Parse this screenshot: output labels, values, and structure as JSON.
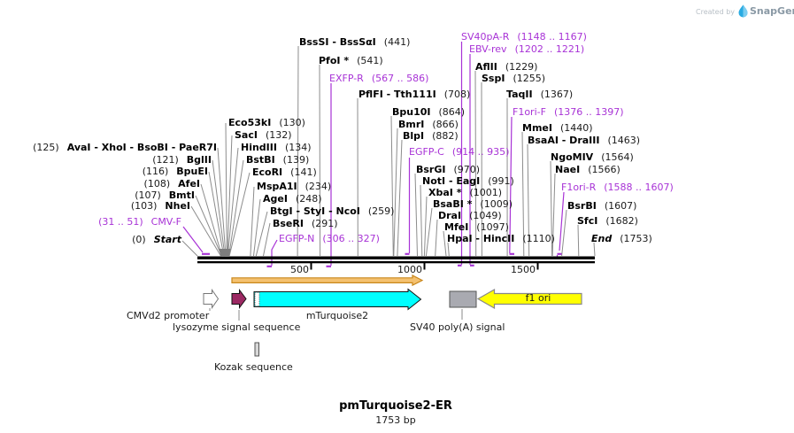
{
  "branding": {
    "created_by": "Created by",
    "brand": "SnapGene"
  },
  "plasmid": {
    "name": "pmTurquoise2-ER",
    "length": "1753 bp"
  },
  "ruler": {
    "t500": "500",
    "t1000": "1000",
    "t1500": "1500"
  },
  "markers": {
    "start": {
      "pos": "(0)",
      "name": "Start"
    },
    "end": {
      "name": "End",
      "pos": "(1753)"
    }
  },
  "enzymes": {
    "ava": {
      "pos": "(125)",
      "name": "AvaI - XhoI - BsoBI - PaeR7I"
    },
    "bglii": {
      "pos": "(121)",
      "name": "BglII"
    },
    "bpuei": {
      "pos": "(116)",
      "name": "BpuEI"
    },
    "afei": {
      "pos": "(108)",
      "name": "AfeI"
    },
    "bmti": {
      "pos": "(107)",
      "name": "BmtI"
    },
    "nhei": {
      "pos": "(103)",
      "name": "NheI"
    },
    "eco53ki": {
      "name": "Eco53kI",
      "pos": "(130)"
    },
    "saci": {
      "name": "SacI",
      "pos": "(132)"
    },
    "hindiii": {
      "name": "HindIII",
      "pos": "(134)"
    },
    "bstbi": {
      "name": "BstBI",
      "pos": "(139)"
    },
    "ecori": {
      "name": "EcoRI",
      "pos": "(141)"
    },
    "mspa1i": {
      "name": "MspA1I",
      "pos": "(234)"
    },
    "agei": {
      "name": "AgeI",
      "pos": "(248)"
    },
    "btgi": {
      "name": "BtgI - StyI - NcoI",
      "pos": "(259)"
    },
    "bseri": {
      "name": "BseRI",
      "pos": "(291)"
    },
    "bsssi": {
      "name": "BssSI - BssSαI",
      "pos": "(441)"
    },
    "pfoi": {
      "name": "PfoI *",
      "pos": "(541)"
    },
    "pflfi": {
      "name": "PflFI - Tth111I",
      "pos": "(708)"
    },
    "bpu10i": {
      "name": "Bpu10I",
      "pos": "(864)"
    },
    "bmri": {
      "name": "BmrI",
      "pos": "(866)"
    },
    "blpi": {
      "name": "BlpI",
      "pos": "(882)"
    },
    "bsrgi": {
      "name": "BsrGI",
      "pos": "(970)"
    },
    "noti": {
      "name": "NotI - EagI",
      "pos": "(991)"
    },
    "xbai": {
      "name": "XbaI *",
      "pos": "(1001)"
    },
    "bsabi": {
      "name": "BsaBI *",
      "pos": "(1009)"
    },
    "drai": {
      "name": "DraI",
      "pos": "(1049)"
    },
    "mfei": {
      "name": "MfeI",
      "pos": "(1097)"
    },
    "hpai": {
      "name": "HpaI - HincII",
      "pos": "(1110)"
    },
    "aflii": {
      "name": "AflII",
      "pos": "(1229)"
    },
    "sspi": {
      "name": "SspI",
      "pos": "(1255)"
    },
    "taqii": {
      "name": "TaqII",
      "pos": "(1367)"
    },
    "mmei": {
      "name": "MmeI",
      "pos": "(1440)"
    },
    "bsaai": {
      "name": "BsaAI - DraIII",
      "pos": "(1463)"
    },
    "ngomiv": {
      "name": "NgoMIV",
      "pos": "(1564)"
    },
    "naei": {
      "name": "NaeI",
      "pos": "(1566)"
    },
    "bsrbi": {
      "name": "BsrBI",
      "pos": "(1607)"
    },
    "sfci": {
      "name": "SfcI",
      "pos": "(1682)"
    }
  },
  "primers": {
    "cmvf": {
      "pos": "(31 .. 51)",
      "name": "CMV-F"
    },
    "egfpn": {
      "name": "EGFP-N",
      "pos": "(306 .. 327)"
    },
    "exfpr": {
      "name": "EXFP-R",
      "pos": "(567 .. 586)"
    },
    "egfpc": {
      "name": "EGFP-C",
      "pos": "(914 .. 935)"
    },
    "sv40par": {
      "name": "SV40pA-R",
      "pos": "(1148 .. 1167)"
    },
    "ebvrev": {
      "name": "EBV-rev",
      "pos": "(1202 .. 1221)"
    },
    "f1orif": {
      "name": "F1ori-F",
      "pos": "(1376 .. 1397)"
    },
    "f1orir": {
      "name": "F1ori-R",
      "pos": "(1588 .. 1607)"
    }
  },
  "features": {
    "cmvd2": {
      "label": "CMVd2 promoter"
    },
    "lysozyme": {
      "label": "lysozyme signal sequence"
    },
    "mturquoise2": {
      "label": "mTurquoise2"
    },
    "sv40pa": {
      "label": "SV40 poly(A) signal"
    },
    "f1ori": {
      "label": "f1 ori"
    },
    "kozak": {
      "label": "Kozak sequence"
    }
  },
  "colors": {
    "primer_purple": "#a833d6",
    "cds_cyan": "#00ffff",
    "signal_maroon": "#9c2963",
    "f1ori_yellow": "#ffff00",
    "orf_orange": "#f4c170",
    "orf_border": "#c8861a",
    "polya_gray": "#a9aab1",
    "brand_blue": "#29abe2"
  }
}
